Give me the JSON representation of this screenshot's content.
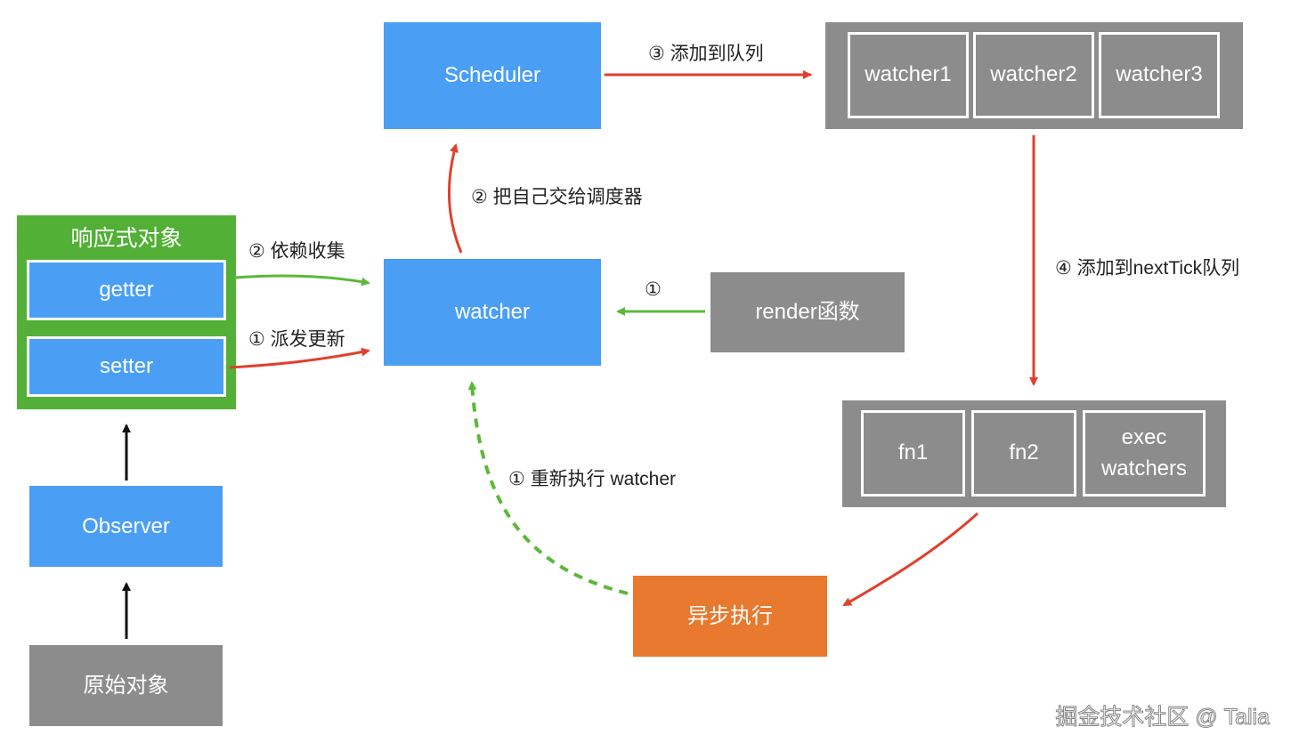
{
  "nodes": {
    "scheduler": "Scheduler",
    "watcher": "watcher",
    "render": "render函数",
    "reactive_title": "响应式对象",
    "getter": "getter",
    "setter": "setter",
    "observer": "Observer",
    "raw_object": "原始对象",
    "async_exec": "异步执行",
    "queue": [
      "watcher1",
      "watcher2",
      "watcher3"
    ],
    "tick_queue": [
      "fn1",
      "fn2",
      "exec\nwatchers"
    ]
  },
  "labels": {
    "add_to_queue": "③ 添加到队列",
    "give_to_scheduler": "② 把自己交给调度器",
    "collect_deps": "② 依赖收集",
    "dispatch_update": "① 派发更新",
    "render_step": "①",
    "add_to_nexttick": "④ 添加到nextTick队列",
    "rerun_watcher": "① 重新执行 watcher"
  },
  "watermark": "掘金技术社区 @ Talia",
  "colors": {
    "blue": "#4a9ff5",
    "gray": "#8c8c8c",
    "orange": "#e8792e",
    "green": "#52b036",
    "red_arrow": "#e0402e",
    "green_arrow": "#5cb83a",
    "black_arrow": "#111111"
  }
}
